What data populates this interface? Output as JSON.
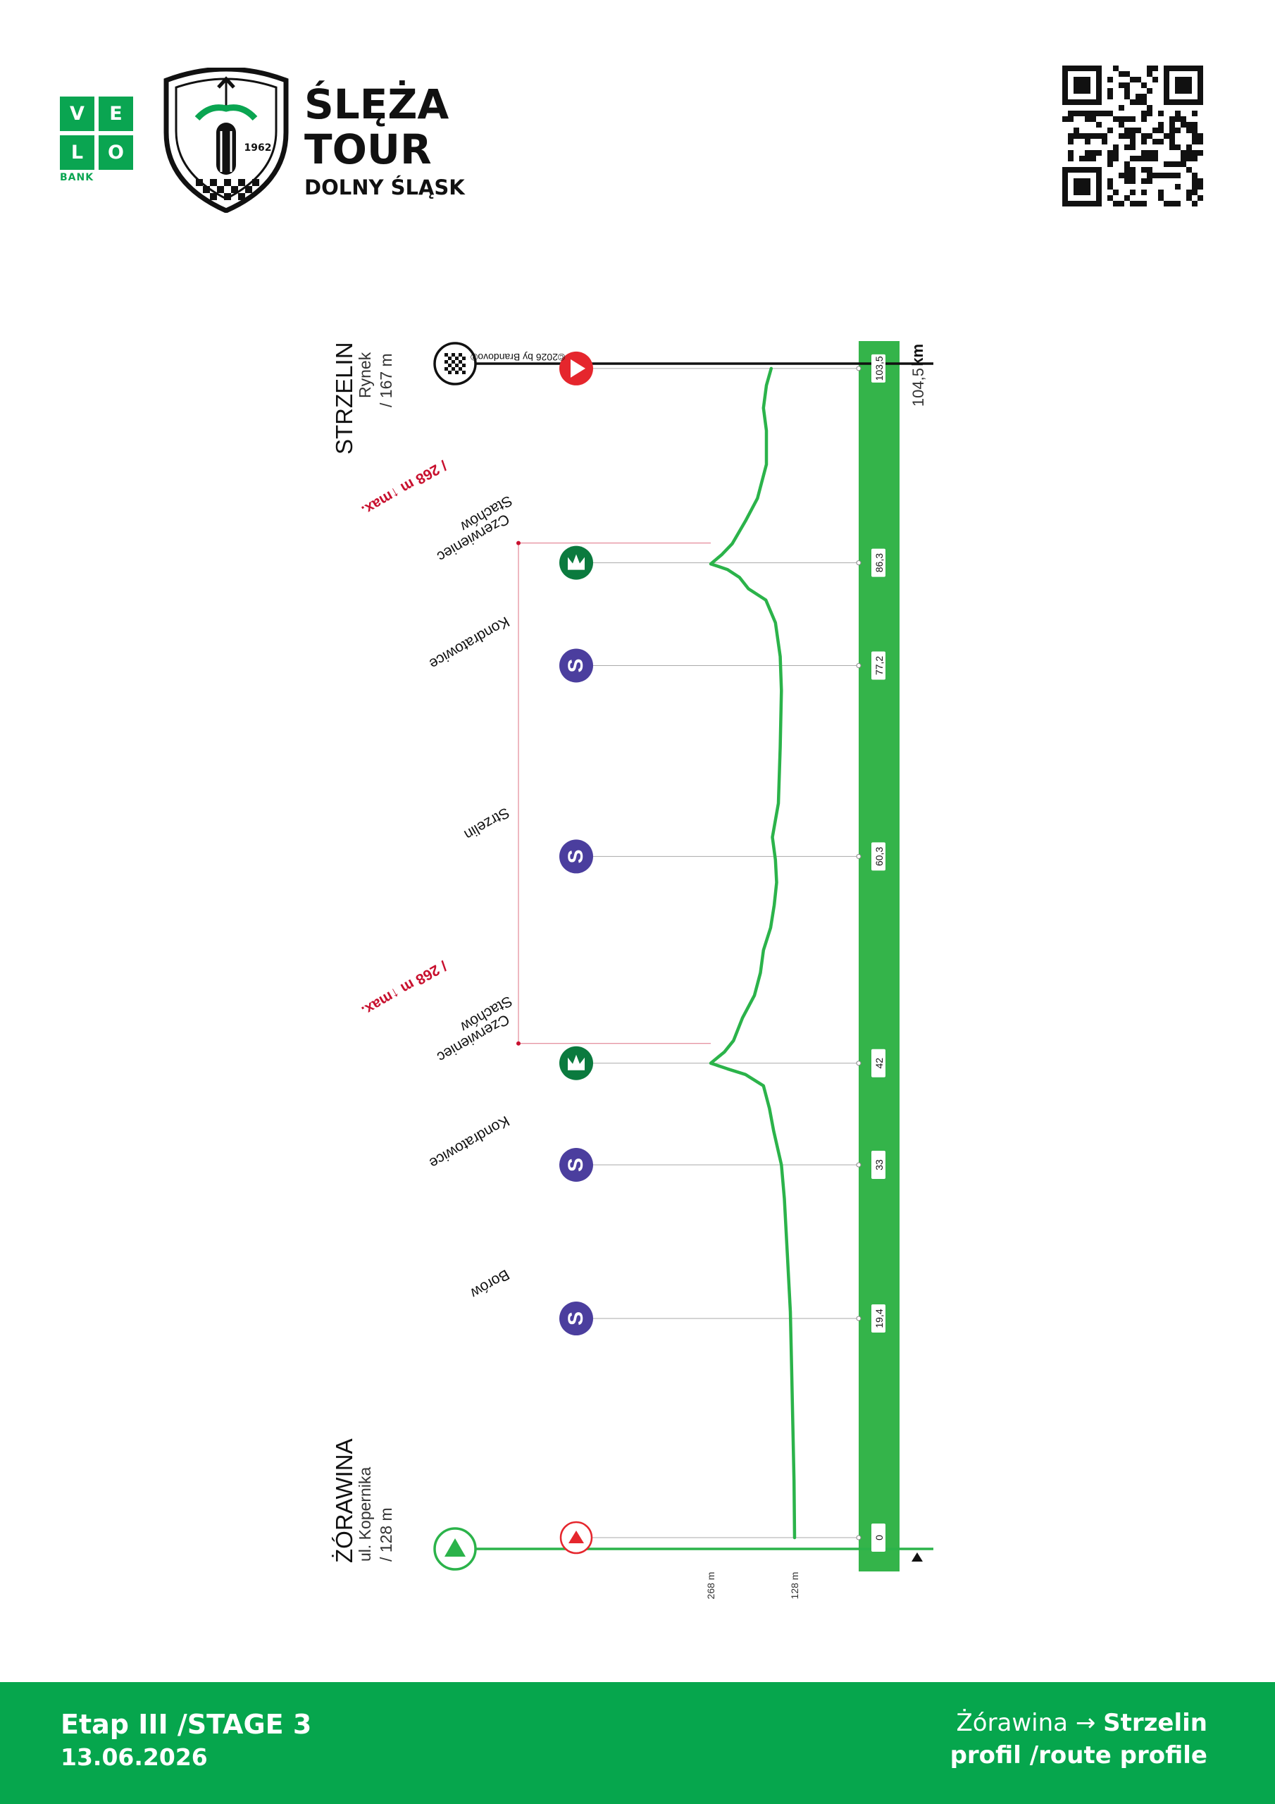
{
  "header": {
    "sponsor": {
      "letters": [
        "V",
        "E",
        "L",
        "O"
      ],
      "word": "BANK"
    },
    "emblem_year": "1962",
    "title_line1": "ŚLĘŻA",
    "title_line2": "TOUR",
    "title_line3": "DOLNY ŚLĄSK"
  },
  "footer": {
    "stage": "Etap III /STAGE 3",
    "date": "13.06.2026",
    "route_from": "Żórawina →",
    "route_to": "Strzelin",
    "profile": "profil /route profile"
  },
  "colors": {
    "brand_green": "#06a64d",
    "profile_line": "#2bb34a",
    "km_band": "#34b44a",
    "max_red": "#c8102e",
    "climb_green": "#0b7a3e",
    "sprint_purple": "#4b3e9e"
  },
  "chart_data": {
    "type": "line",
    "orientation": "rotated 90° clockwise (distance runs bottom to top)",
    "x_axis": {
      "label": "km",
      "range": [
        0,
        104.5
      ],
      "end_label": "104,5"
    },
    "y_axis": {
      "range": [
        128,
        268
      ],
      "tick_labels": [
        "268 m",
        "128 m"
      ]
    },
    "start": {
      "town": "ŻÓRAWINA",
      "street": "ul. Kopernika",
      "altitude": "/ 128 m",
      "km": 0
    },
    "finish": {
      "town": "STRZELIN",
      "street": "Rynek",
      "altitude": "/ 167 m",
      "km": 104.5
    },
    "copyright": "©2026 by Brandovo®",
    "waypoints": [
      {
        "km": 0,
        "km_label": "0",
        "type": "start",
        "name": ""
      },
      {
        "km": 19.4,
        "km_label": "19,4",
        "type": "sprint",
        "name": "Borów"
      },
      {
        "km": 33,
        "km_label": "33",
        "type": "sprint",
        "name": "Kondratowice"
      },
      {
        "km": 42,
        "km_label": "42",
        "type": "climb",
        "name": "Czerwieniec Stachów",
        "max_label": "/ 268 m ↑max."
      },
      {
        "km": 60.3,
        "km_label": "60,3",
        "type": "sprint",
        "name": "Strzelin"
      },
      {
        "km": 77.2,
        "km_label": "77,2",
        "type": "sprint",
        "name": "Kondratowice"
      },
      {
        "km": 86.3,
        "km_label": "86,3",
        "type": "climb",
        "name": "Czerwieniec Stachów",
        "max_label": "/ 268 m ↑max."
      },
      {
        "km": 103.5,
        "km_label": "103,5",
        "type": "finish",
        "name": ""
      }
    ],
    "profile": {
      "km": [
        0,
        5,
        10,
        15,
        20,
        25,
        30,
        33,
        36,
        38,
        40,
        41,
        41.5,
        42,
        43,
        44,
        46,
        48,
        50,
        52,
        54,
        56,
        58,
        60,
        62,
        65,
        70,
        75,
        78,
        81,
        83,
        84,
        85,
        85.7,
        86.2,
        87,
        88,
        90,
        92,
        95,
        98,
        100,
        102,
        103.5
      ],
      "elevation": [
        128,
        129,
        131,
        133,
        135,
        140,
        145,
        150,
        163,
        170,
        180,
        210,
        240,
        268,
        245,
        230,
        215,
        195,
        185,
        180,
        168,
        162,
        158,
        160,
        165,
        155,
        152,
        150,
        152,
        160,
        176,
        205,
        220,
        240,
        268,
        250,
        232,
        210,
        190,
        175,
        175,
        180,
        175,
        167
      ]
    }
  }
}
